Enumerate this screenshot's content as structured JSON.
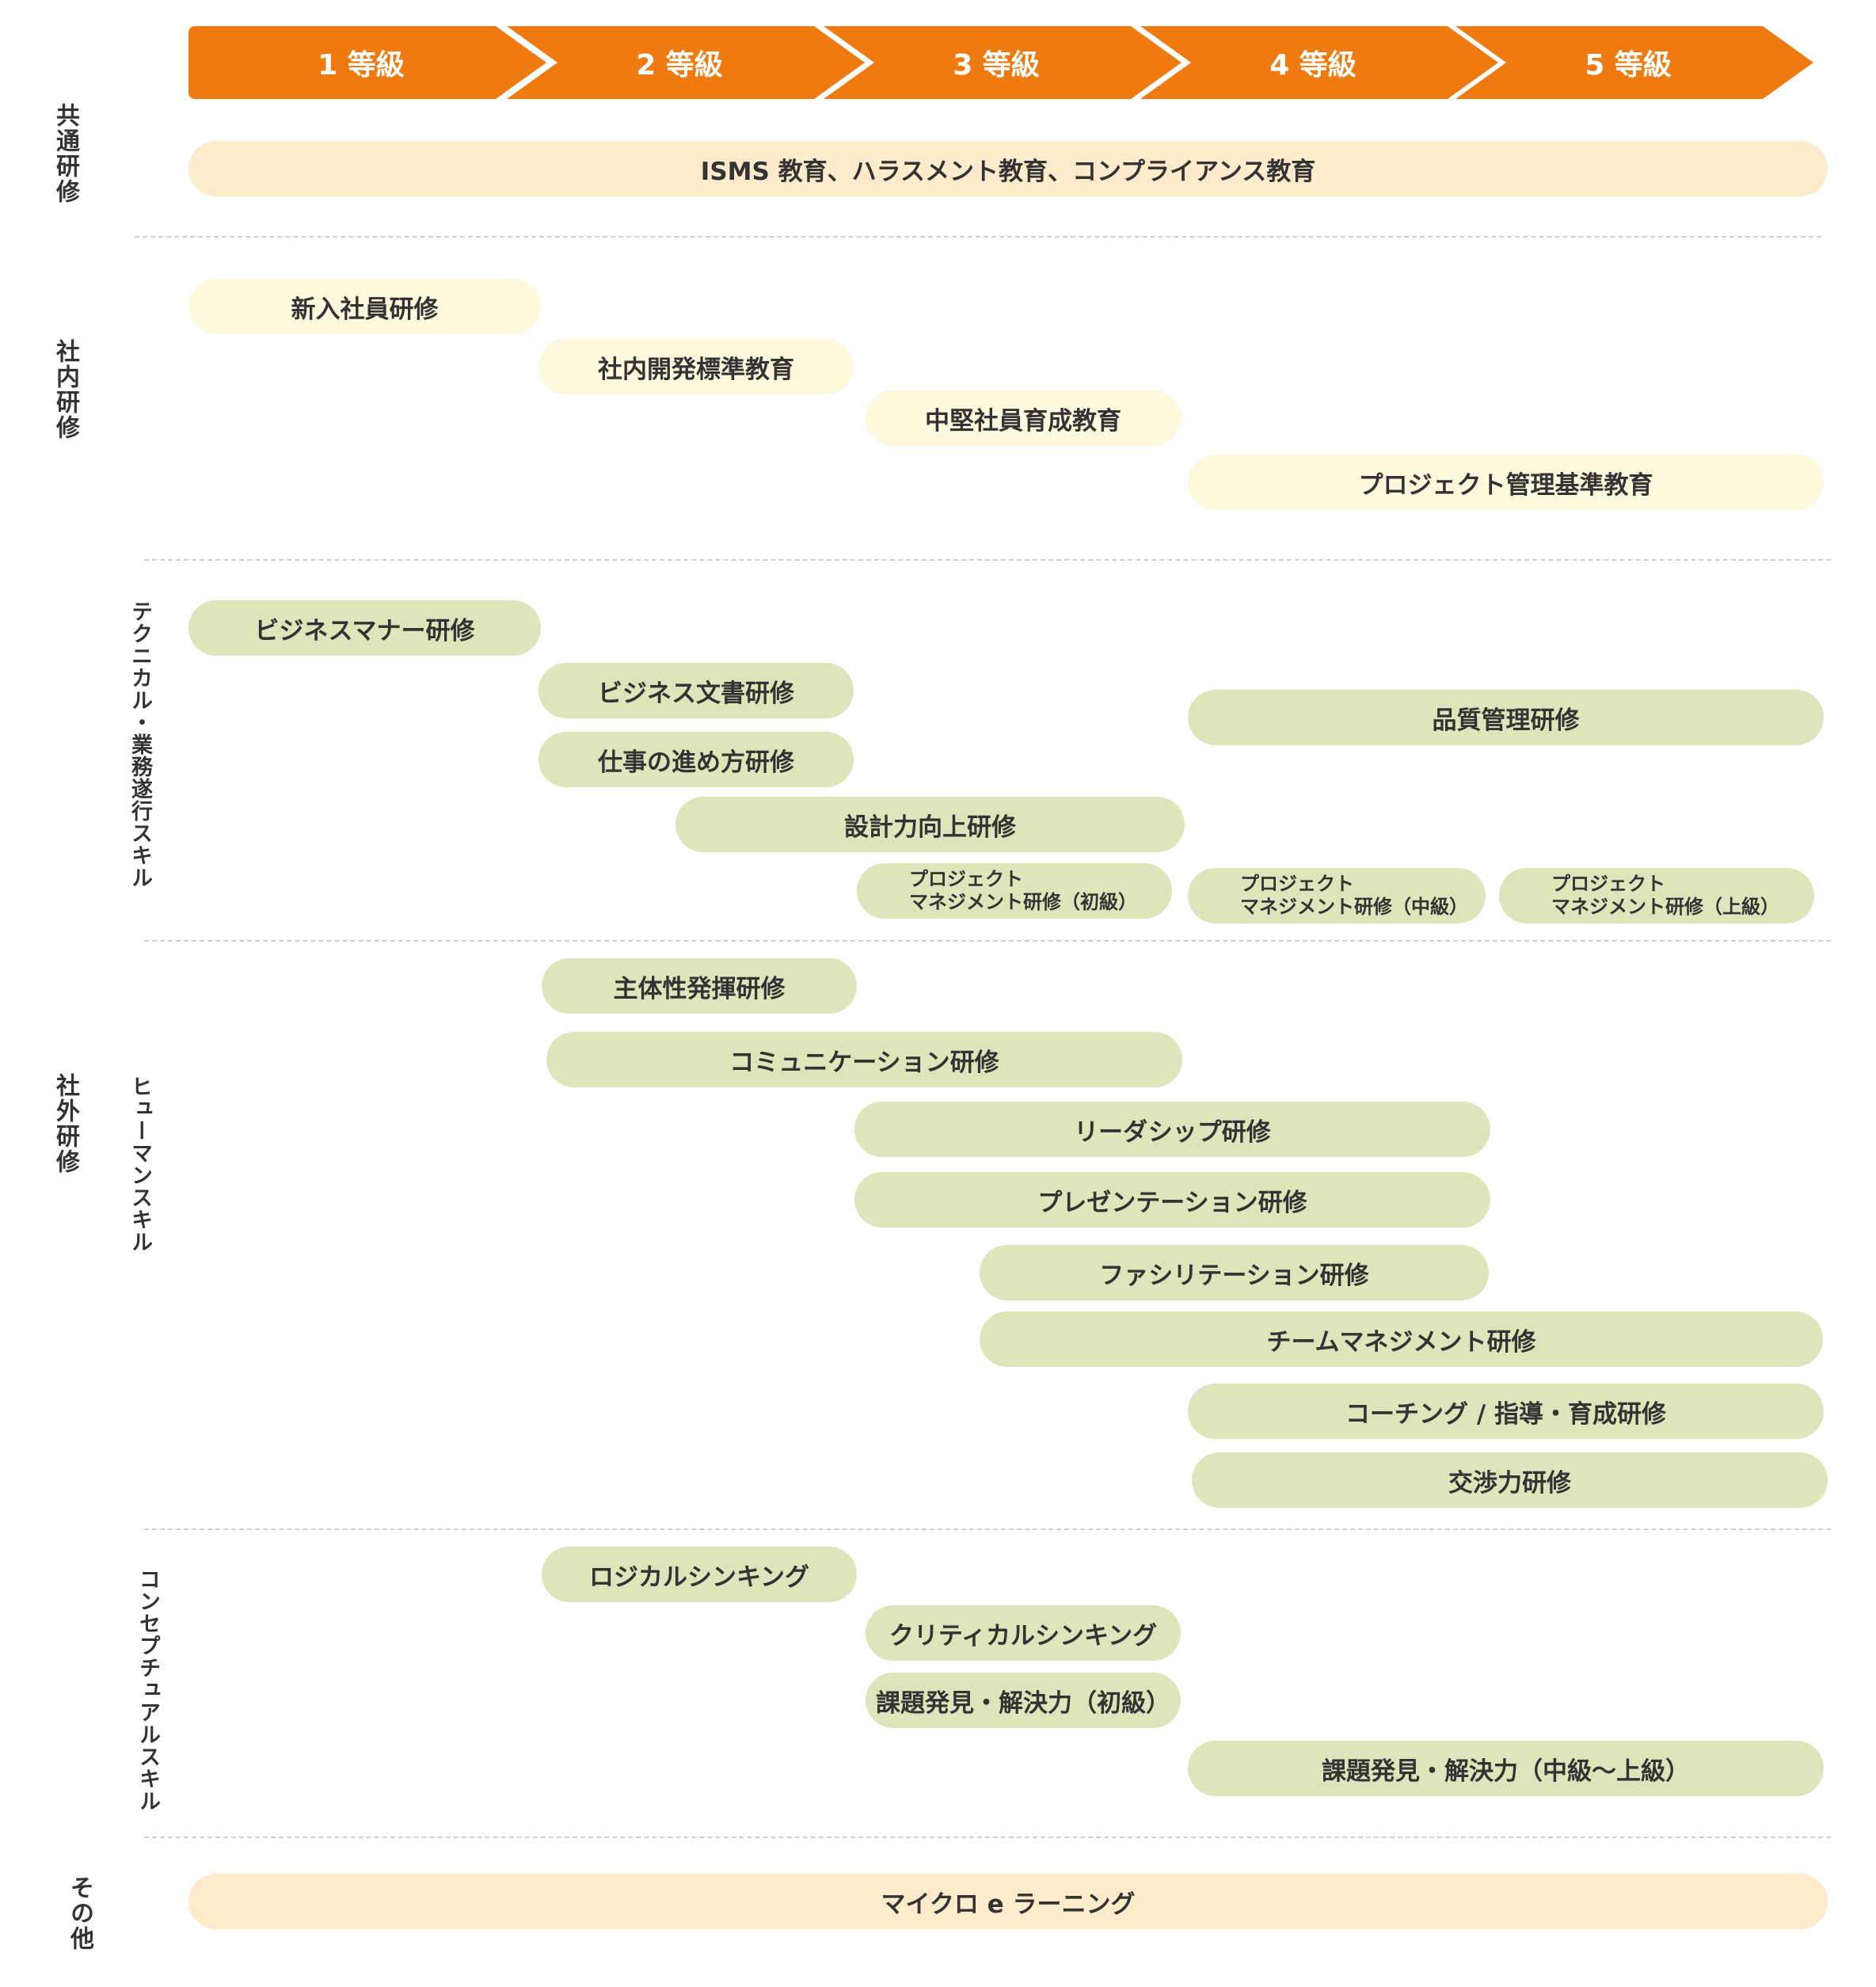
{
  "grades": [
    "1 等級",
    "2 等級",
    "3 等級",
    "4 等級",
    "5 等級"
  ],
  "categories": {
    "common": "共通研修",
    "inhouse": "社内研修",
    "external": "社外研修",
    "other": "その他"
  },
  "subcategories": {
    "technical": "テクニカル・業務遂行スキル",
    "human": "ヒューマンスキル",
    "conceptual": "コンセプチュアルスキル"
  },
  "common_training": {
    "isms": "ISMS 教育、ハラスメント教育、コンプライアンス教育"
  },
  "inhouse_training": {
    "new_employee": "新入社員研修",
    "dev_standard": "社内開発標準教育",
    "mid_level": "中堅社員育成教育",
    "pm_standard": "プロジェクト管理基準教育"
  },
  "technical_training": {
    "business_manner": "ビジネスマナー研修",
    "business_writing": "ビジネス文書研修",
    "work_method": "仕事の進め方研修",
    "quality": "品質管理研修",
    "design": "設計力向上研修",
    "pm_basic": {
      "line1": "プロジェクト",
      "line2": "マネジメント研修（初級）"
    },
    "pm_middle": {
      "line1": "プロジェクト",
      "line2": "マネジメント研修（中級）"
    },
    "pm_advanced": {
      "line1": "プロジェクト",
      "line2": "マネジメント研修（上級）"
    }
  },
  "human_training": {
    "initiative": "主体性発揮研修",
    "communication": "コミュニケーション研修",
    "leadership": "リーダシップ研修",
    "presentation": "プレゼンテーション研修",
    "facilitation": "ファシリテーション研修",
    "team_management": "チームマネジメント研修",
    "coaching": "コーチング / 指導・育成研修",
    "negotiation": "交渉力研修"
  },
  "conceptual_training": {
    "logical": "ロジカルシンキング",
    "critical": "クリティカルシンキング",
    "problem_basic": "課題発見・解決力（初級）",
    "problem_advanced": "課題発見・解決力（中級〜上級）"
  },
  "other_training": {
    "elearning": "マイクロ e ラーニング"
  }
}
